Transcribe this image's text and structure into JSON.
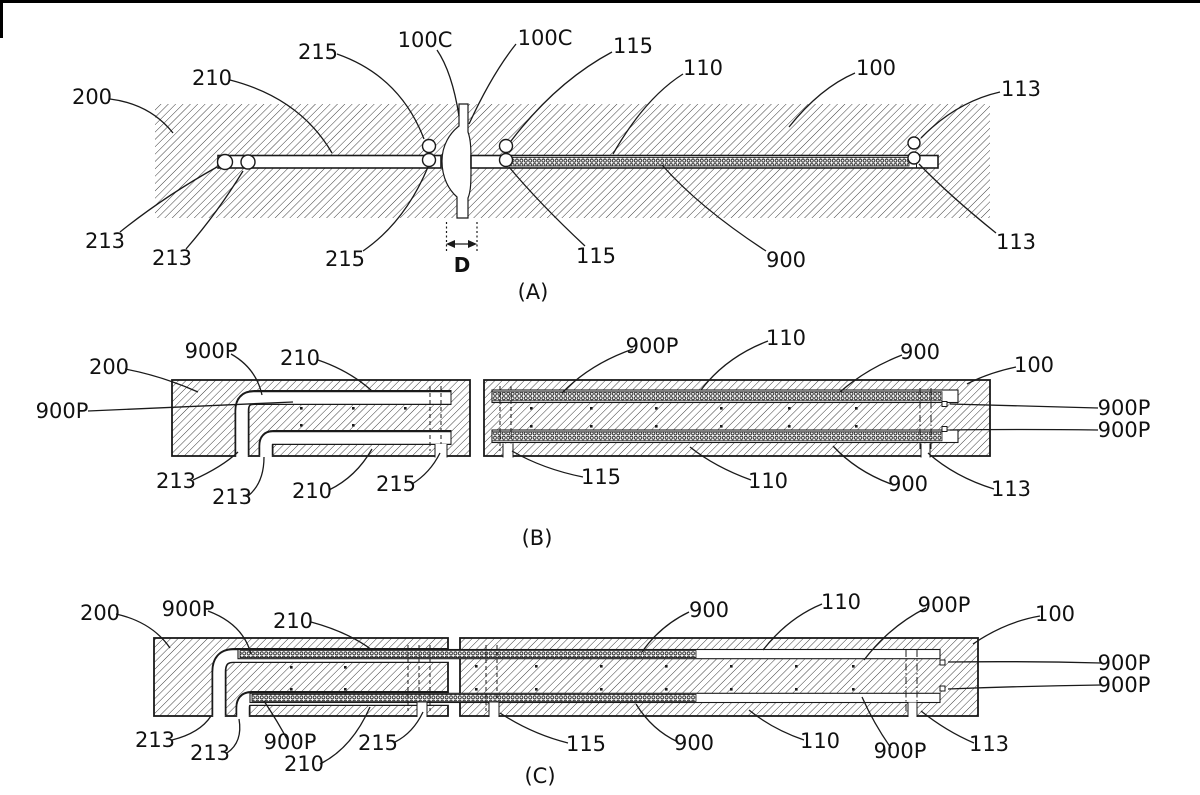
{
  "colors": {
    "background": "#ffffff",
    "ink": "#1a1a1a"
  },
  "panels": {
    "A": {
      "caption": "(A)",
      "labels": {
        "n200": "200",
        "n210": "210",
        "n215_top": "215",
        "n100c_l": "100C",
        "n100c_r": "100C",
        "n115_top": "115",
        "n110": "110",
        "n100": "100",
        "n113_top": "113",
        "n213_a": "213",
        "n213_b": "213",
        "n215_bot": "215",
        "dim": "D",
        "n115_bot": "115",
        "n900": "900",
        "n113_bot": "113"
      }
    },
    "B": {
      "caption": "(B)",
      "labels": {
        "n200": "200",
        "n900p_t1": "900P",
        "n210_top": "210",
        "n900p_t2": "900P",
        "n110_top": "110",
        "n900_top": "900",
        "n100": "100",
        "n900p_left": "900P",
        "n900p_r1": "900P",
        "n900p_r2": "900P",
        "n213_a": "213",
        "n213_b": "213",
        "n210_bot": "210",
        "n215": "215",
        "n115": "115",
        "n110_bot": "110",
        "n900_bot": "900",
        "n113": "113"
      }
    },
    "C": {
      "caption": "(C)",
      "labels": {
        "n200": "200",
        "n900p_t1": "900P",
        "n210_top": "210",
        "n900_top": "900",
        "n110_top": "110",
        "n900p_t2": "900P",
        "n100": "100",
        "n900p_r1": "900P",
        "n900p_r2": "900P",
        "n213_a": "213",
        "n213_b": "213",
        "n900p_b1": "900P",
        "n210_bot": "210",
        "n215": "215",
        "n115": "115",
        "n900_bot": "900",
        "n110_bot": "110",
        "n900p_b2": "900P",
        "n113": "113"
      }
    }
  }
}
